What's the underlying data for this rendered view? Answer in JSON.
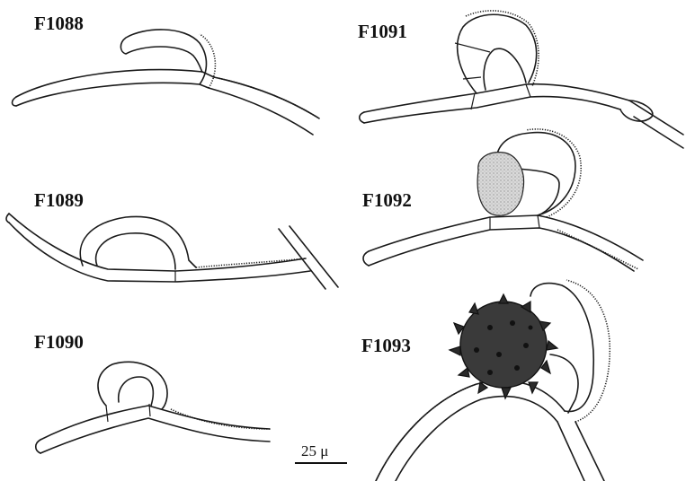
{
  "figures": [
    {
      "id": "f1088",
      "label": "F1088"
    },
    {
      "id": "f1089",
      "label": "F1089"
    },
    {
      "id": "f1090",
      "label": "F1090"
    },
    {
      "id": "f1091",
      "label": "F1091"
    },
    {
      "id": "f1092",
      "label": "F1092"
    },
    {
      "id": "f1093",
      "label": "F1093"
    }
  ],
  "scale_bar": {
    "label": "25 μ"
  },
  "colors": {
    "ink": "#1a1a1a",
    "background": "#ffffff",
    "spore_light": "#c8c8c8",
    "spore_dark": "#3a3a3a"
  }
}
